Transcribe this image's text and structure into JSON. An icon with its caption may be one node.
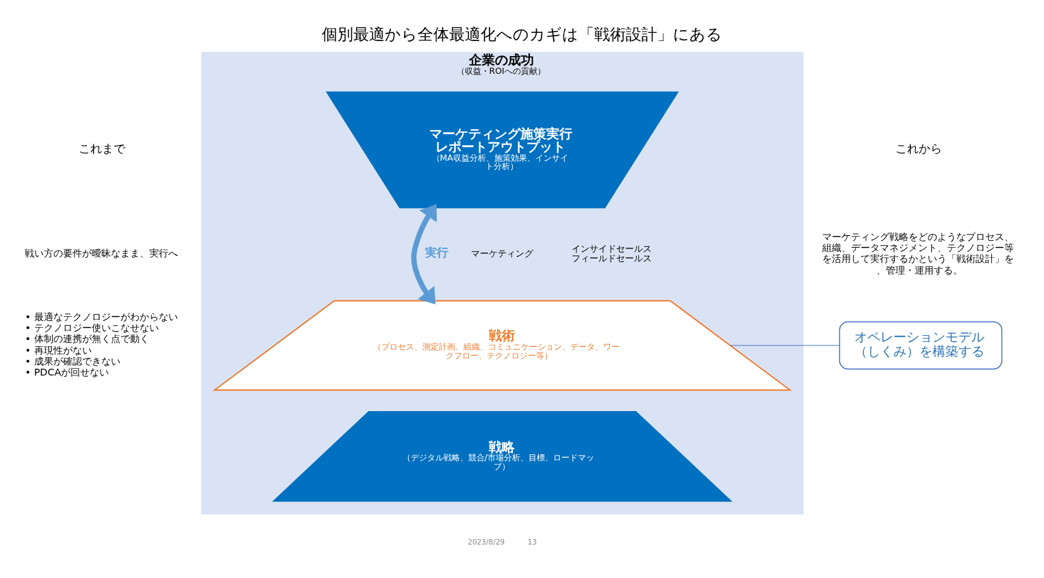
{
  "diagram": {
    "title": "個別最適から全体最適化へのカギは「戦術設計」にある",
    "nodes": [
      {
        "text": [
          "企業の成功",
          "（収益・ROIへの貢献）"
        ]
      },
      {
        "text": [
          "マーケティング施策実行レポートアウトプット",
          "（MA収益分析、施策効果、インサイト分析）"
        ],
        "in": 0
      },
      {
        "text": [
          "戦術",
          "（プロセス、測定計画、組織、コミュニケーション、データ、ワークフロー、テクノロジー等）"
        ],
        "in": 0
      },
      {
        "text": [
          "戦略",
          "（デジタル戦略、競合/市場分析、目標、ロードマップ）"
        ],
        "in": 0
      },
      {
        "text": [
          "オペレーションモデル（しくみ）を構築する"
        ]
      }
    ],
    "edges": [
      {
        "from": 1,
        "to": 2,
        "arrow": "both",
        "label": "実行",
        "style": "thick",
        "color": "#5b9bd5"
      },
      {
        "from": 4,
        "to": 2,
        "arrow": "none"
      }
    ],
    "labels": [
      "これまで",
      "戦い方の要件が曖昧なまま、実行へ",
      "• 最適なテクノロジーがわからない",
      "• テクノロジー使いこなせない",
      "• 体制の連携が無く点で動く",
      "• 再現性がない",
      "• 成果が確認できない",
      "• PDCAが回せない",
      "マーケティング",
      "インサイドセールス",
      "フィールドセールス",
      "これから",
      "マーケティング戦略をどのようなプロセス、組織、データマネジメント、テクノロジー等を活用して実行するかという「戦術設計」を、管理・運用する。",
      "2023/8/29",
      "13"
    ]
  }
}
